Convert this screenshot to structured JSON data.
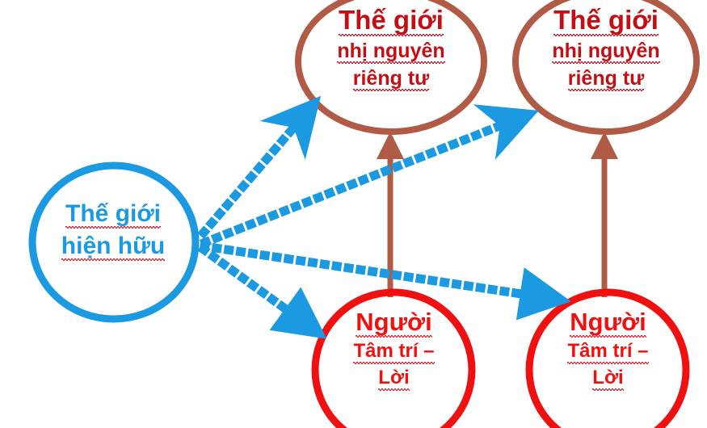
{
  "diagram": {
    "type": "concept-diagram",
    "language": "vi",
    "background": "#ffffff",
    "colors": {
      "existing_world_stroke": "#1b9ae2",
      "existing_world_text": "#1b9ae2",
      "dual_world_stroke": "#b15a45",
      "dual_world_text": "#c30e13",
      "person_stroke": "#f01010",
      "person_text": "#f01010",
      "dotted_arrow": "#1b9ae2",
      "solid_arrow": "#b05b46",
      "spellcheck_squiggle": "#e8192c"
    },
    "nodes": [
      {
        "id": "world-existing",
        "shape": "circle",
        "lines": [
          "Thế giới",
          "hiện hữu"
        ],
        "line_sizes": [
          "big",
          "big"
        ]
      },
      {
        "id": "dual-world-left",
        "shape": "ellipse",
        "lines": [
          "Thế giới",
          "nhị nguyên",
          "riêng tư"
        ],
        "line_sizes": [
          "big",
          "small",
          "small"
        ]
      },
      {
        "id": "dual-world-right",
        "shape": "ellipse",
        "lines": [
          "Thế giới",
          "nhị nguyên",
          "riêng tư"
        ],
        "line_sizes": [
          "big",
          "small",
          "small"
        ]
      },
      {
        "id": "person-left",
        "shape": "circle",
        "lines": [
          "Người",
          "Tâm trí –",
          "Lời"
        ],
        "line_sizes": [
          "big",
          "small",
          "small"
        ]
      },
      {
        "id": "person-right",
        "shape": "circle",
        "lines": [
          "Người",
          "Tâm trí –",
          "Lời"
        ],
        "line_sizes": [
          "big",
          "small",
          "small"
        ]
      }
    ],
    "edges": [
      {
        "id": "edge-existing-to-dual-left",
        "from": "world-existing",
        "to": "dual-world-left",
        "style": "dotted",
        "color": "#1b9ae2"
      },
      {
        "id": "edge-existing-to-dual-right",
        "from": "world-existing",
        "to": "dual-world-right",
        "style": "dotted",
        "color": "#1b9ae2"
      },
      {
        "id": "edge-existing-to-person-left",
        "from": "world-existing",
        "to": "person-left",
        "style": "dotted",
        "color": "#1b9ae2"
      },
      {
        "id": "edge-existing-to-person-right",
        "from": "world-existing",
        "to": "person-right",
        "style": "dotted",
        "color": "#1b9ae2"
      },
      {
        "id": "edge-person-left-to-dual-left",
        "from": "person-left",
        "to": "dual-world-left",
        "style": "solid",
        "color": "#b05b46"
      },
      {
        "id": "edge-person-right-to-dual-right",
        "from": "person-right",
        "to": "dual-world-right",
        "style": "solid",
        "color": "#b05b46"
      }
    ]
  }
}
